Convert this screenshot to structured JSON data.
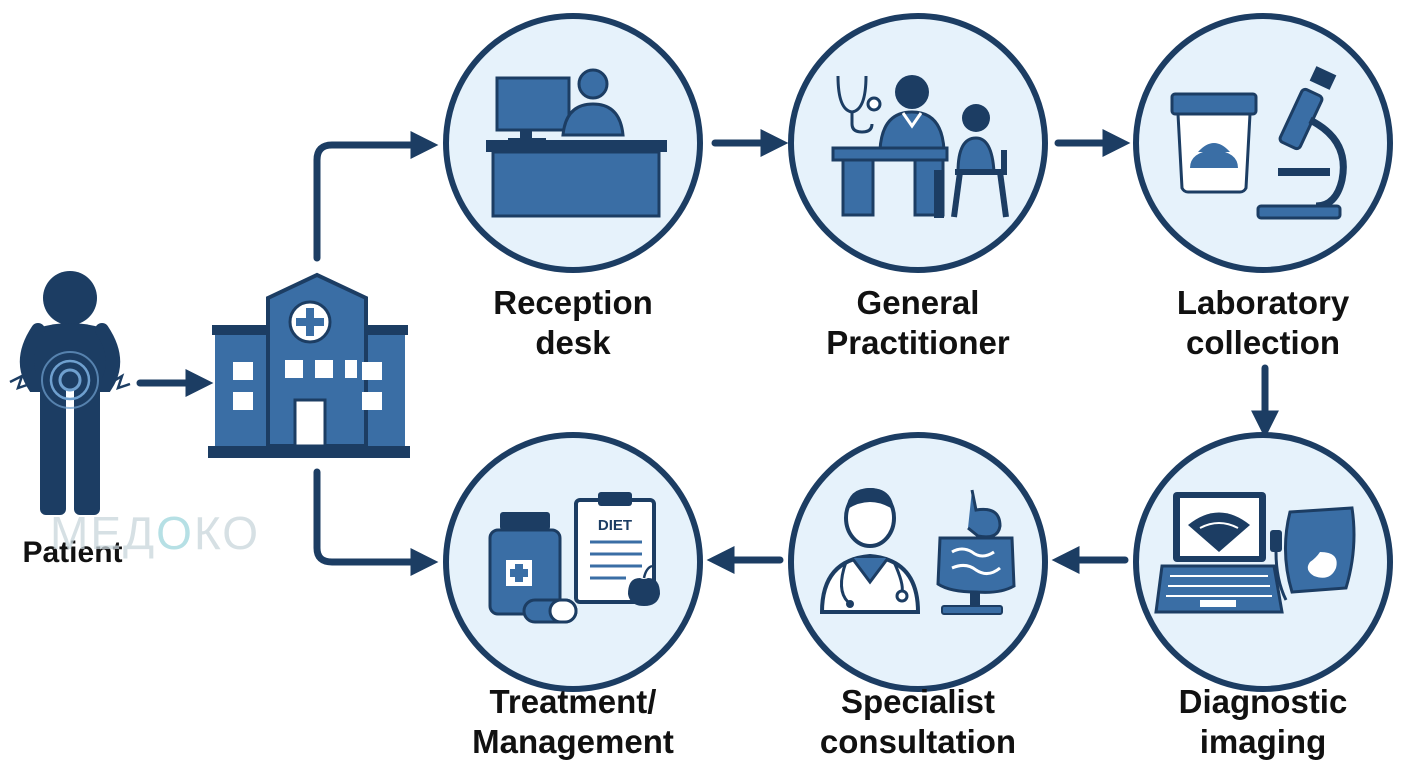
{
  "colors": {
    "navy": "#1c3d63",
    "blue": "#3a6ea5",
    "light": "#e6f2fb",
    "white": "#ffffff",
    "text": "#111111"
  },
  "nodes": {
    "patient": {
      "label": "Patient",
      "icon": "patient-abdominal-pain-icon"
    },
    "hospital": {
      "icon": "hospital-building-icon"
    },
    "reception": {
      "line1": "Reception",
      "line2": "desk",
      "icon": "reception-desk-icon"
    },
    "gp": {
      "line1": "General",
      "line2": "Practitioner",
      "icon": "doctor-consultation-icon"
    },
    "lab": {
      "line1": "Laboratory",
      "line2": "collection",
      "icon": "lab-sample-microscope-icon"
    },
    "imaging": {
      "line1": "Diagnostic",
      "line2": "imaging",
      "icon": "ultrasound-scanner-icon"
    },
    "specialist": {
      "line1": "Specialist",
      "line2": "consultation",
      "icon": "specialist-digestive-icon"
    },
    "treatment": {
      "line1": "Treatment/",
      "line2": "Management",
      "icon": "medication-diet-icon"
    }
  },
  "diet_label": "DIET",
  "watermark": {
    "pre": "МЕД",
    "mid": "О",
    "post": "КО"
  }
}
